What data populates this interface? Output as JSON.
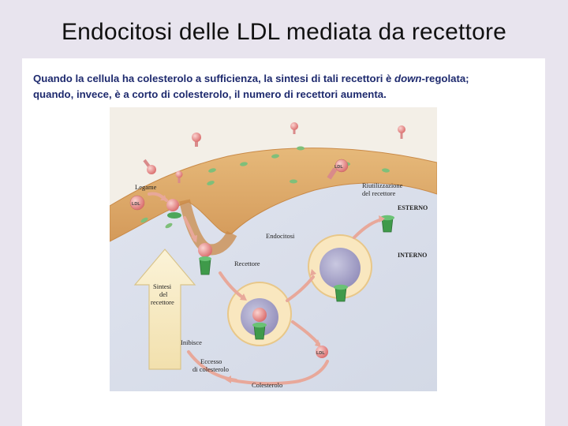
{
  "slide": {
    "title": "Endocitosi delle LDL mediata da recettore"
  },
  "caption": {
    "line1_a": "Quando la cellula ha colesterolo a sufficienza, la sintesi di tali recettori è ",
    "line1_em": "down",
    "line1_b": "-regolata;",
    "line2": "quando, invece, è a corto di colesterolo, il numero di recettori aumenta."
  },
  "figure": {
    "labels": {
      "legame": "Legame",
      "ldl_a": "LDL",
      "ldl_b": "LDL",
      "ldl_c": "LDL",
      "riutilizzazione_1": "Riutilizzazione",
      "riutilizzazione_2": "del recettore",
      "esterno": "ESTERNO",
      "interno": "INTERNO",
      "endocitosi": "Endocitosi",
      "recettore": "Recettore",
      "sintesi_1": "Sintesi",
      "sintesi_2": "del",
      "sintesi_3": "recettore",
      "inibisce": "Inibisce",
      "eccesso_1": "Eccesso",
      "eccesso_2": "di colesterolo",
      "colesterolo": "Colesterolo"
    },
    "colors": {
      "membrane": "#d9a868",
      "outside": "#f3f0ea",
      "inside": "#e3e6ee",
      "receptor": "#3f9a4a",
      "ldl": "#e07a7a",
      "arrow": "#e8a89a"
    }
  }
}
